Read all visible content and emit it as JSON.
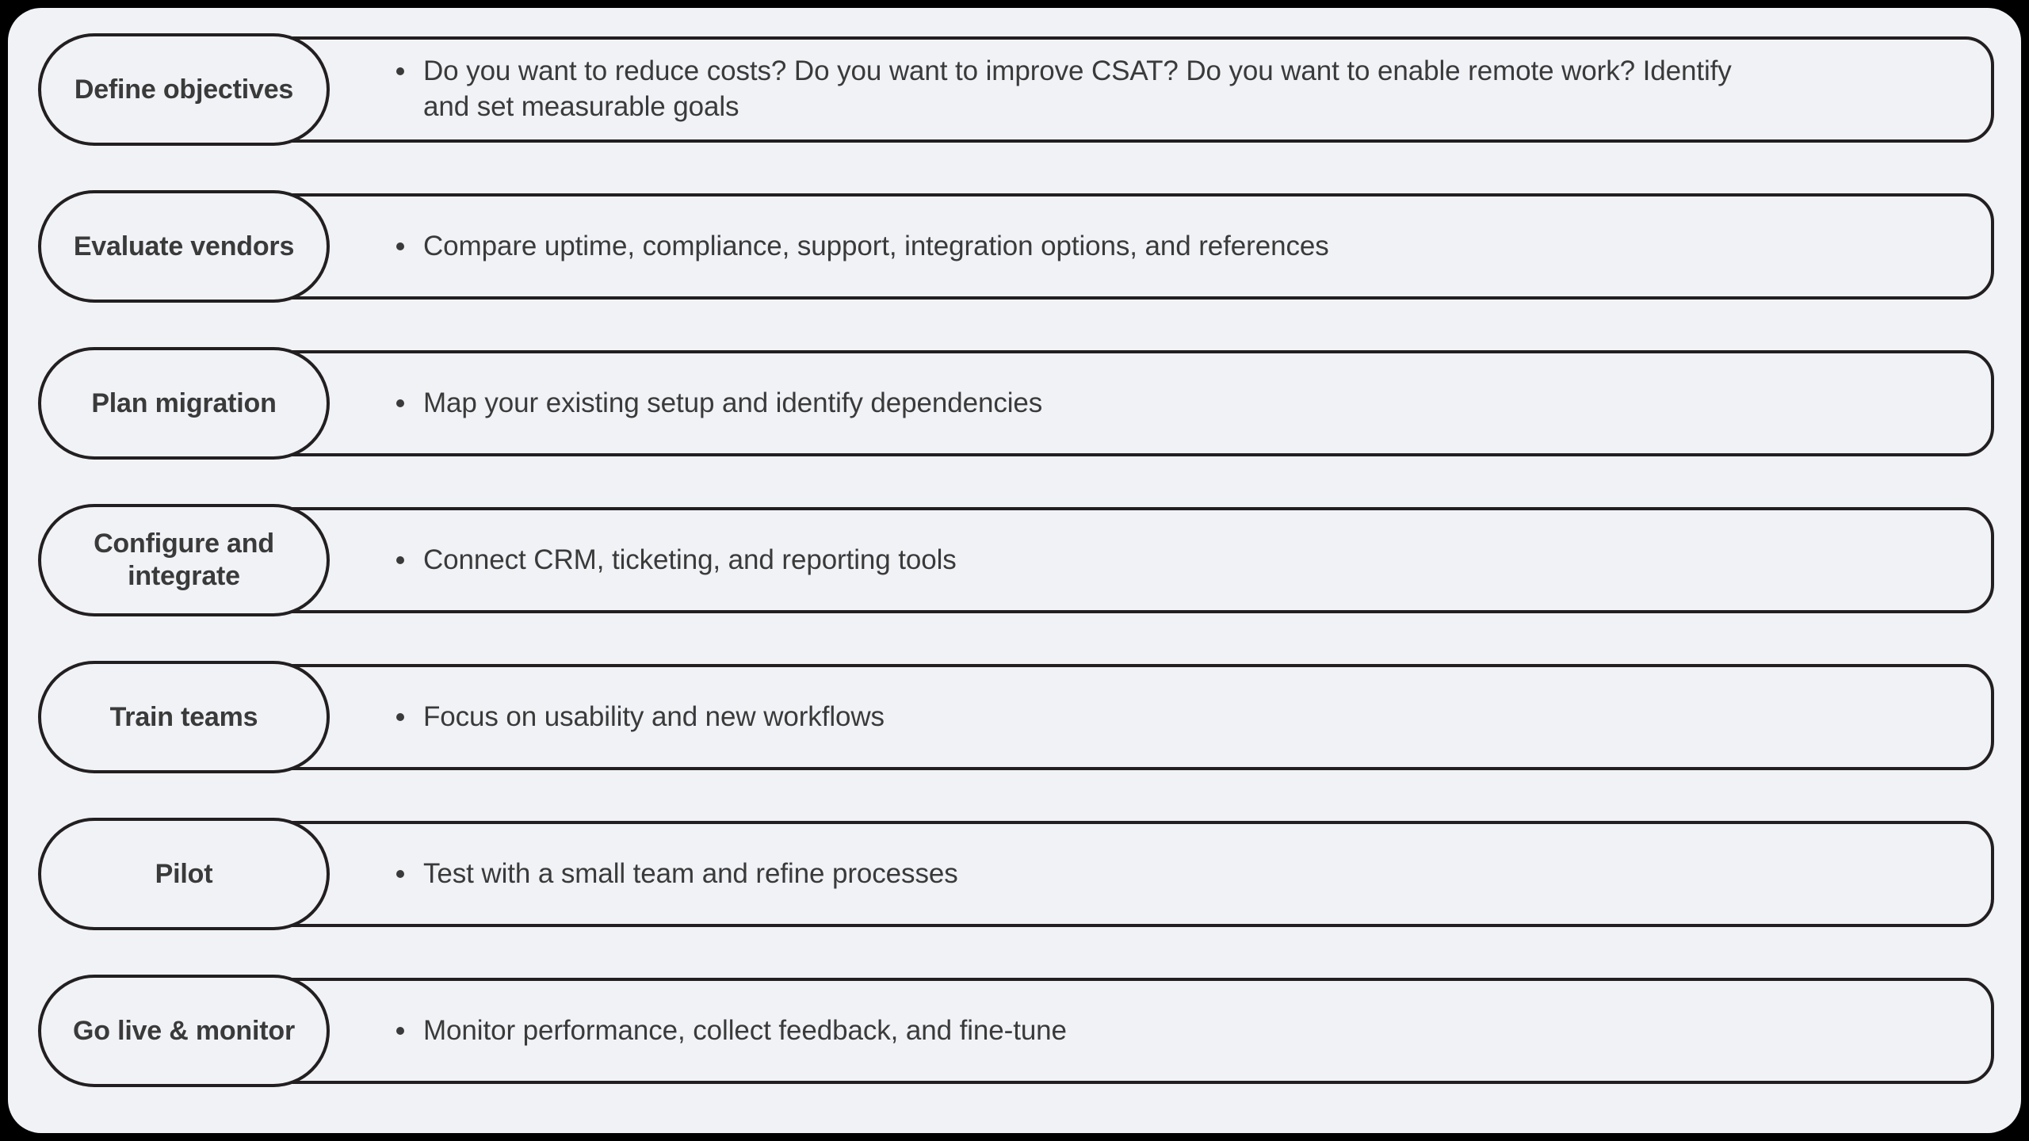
{
  "theme": {
    "page_background": "#000000",
    "card_background": "#f0f2f6",
    "stroke_color": "#231f20",
    "text_color": "#3a3a3a"
  },
  "diagram": {
    "type": "process-checklist",
    "row_count": 7,
    "rows": [
      {
        "step_label": "Define objectives",
        "details": [
          "Do you want to reduce costs? Do you want to improve CSAT? Do you want to enable remote work? Identify and set measurable goals"
        ]
      },
      {
        "step_label": "Evaluate vendors",
        "details": [
          "Compare uptime, compliance, support, integration options, and references"
        ]
      },
      {
        "step_label": "Plan migration",
        "details": [
          "Map your existing setup and identify dependencies"
        ]
      },
      {
        "step_label": "Configure and integrate",
        "details": [
          "Connect CRM, ticketing, and reporting tools"
        ]
      },
      {
        "step_label": "Train teams",
        "details": [
          "Focus on usability and new workflows"
        ]
      },
      {
        "step_label": "Pilot",
        "details": [
          "Test with a small team and refine processes"
        ]
      },
      {
        "step_label": "Go live & monitor",
        "details": [
          "Monitor performance, collect feedback, and fine-tune"
        ]
      }
    ]
  }
}
